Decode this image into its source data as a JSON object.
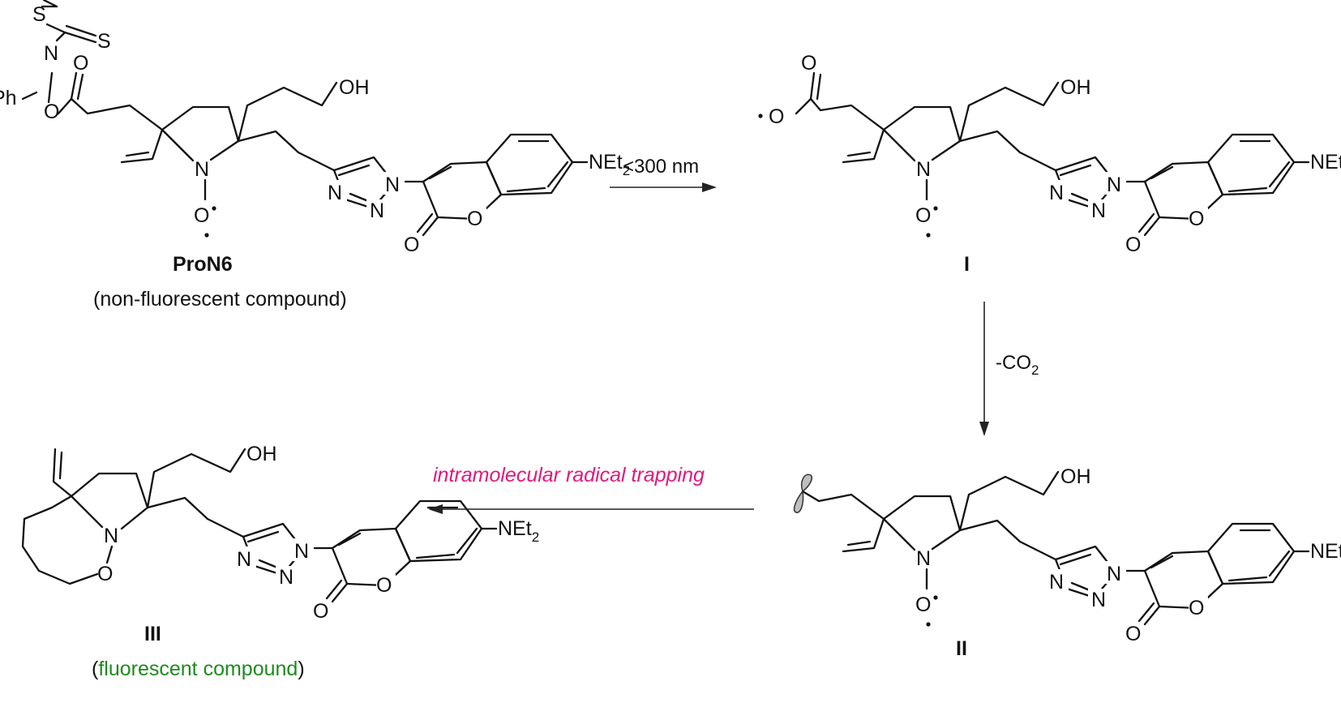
{
  "compounds": {
    "pron6": {
      "name": "ProN6",
      "caption_open": "(",
      "caption_text": "non-fluorescent compound",
      "caption_close": ")"
    },
    "i": {
      "name": "I"
    },
    "ii": {
      "name": "II"
    },
    "iii": {
      "name": "III",
      "caption_open": "(",
      "caption_text": "fluorescent compound",
      "caption_close": ")"
    }
  },
  "steps": {
    "light": "<300 nm",
    "decarboxylation_prefix": "-CO",
    "decarboxylation_sub": "2",
    "trapping": "intramolecular radical trapping"
  },
  "labels": {
    "oh": "OH",
    "net": "NEt",
    "net_sub": "2",
    "n": "N",
    "o": "O",
    "o_radical": "O",
    "s": "S",
    "ph": "Ph",
    "radical_dot": "·"
  },
  "colors": {
    "trapping_text": "#e0197c",
    "fluorescent_text": "#1f8a1f",
    "ink": "#111111"
  }
}
